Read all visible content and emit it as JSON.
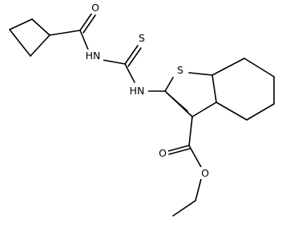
{
  "molecule": {
    "labels": {
      "carbonyl_o1": "O",
      "amide_nh": "HN",
      "thiocarbonyl_s": "S",
      "thioamide_nh": "HN",
      "ring_s": "S",
      "ester_o_carbonyl": "O",
      "ester_o_ether": "O"
    }
  }
}
